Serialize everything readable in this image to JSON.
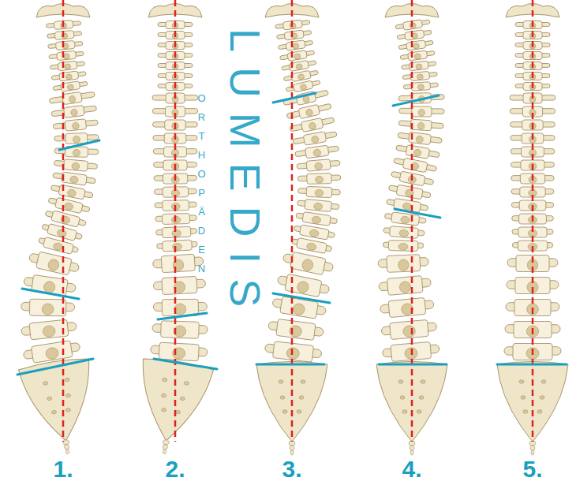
{
  "diagram": {
    "labels": [
      "LUMEDIS",
      "ORTHOPÄDEN",
      "1.",
      "2.",
      "3.",
      "4.",
      "5."
    ]
  }
}
